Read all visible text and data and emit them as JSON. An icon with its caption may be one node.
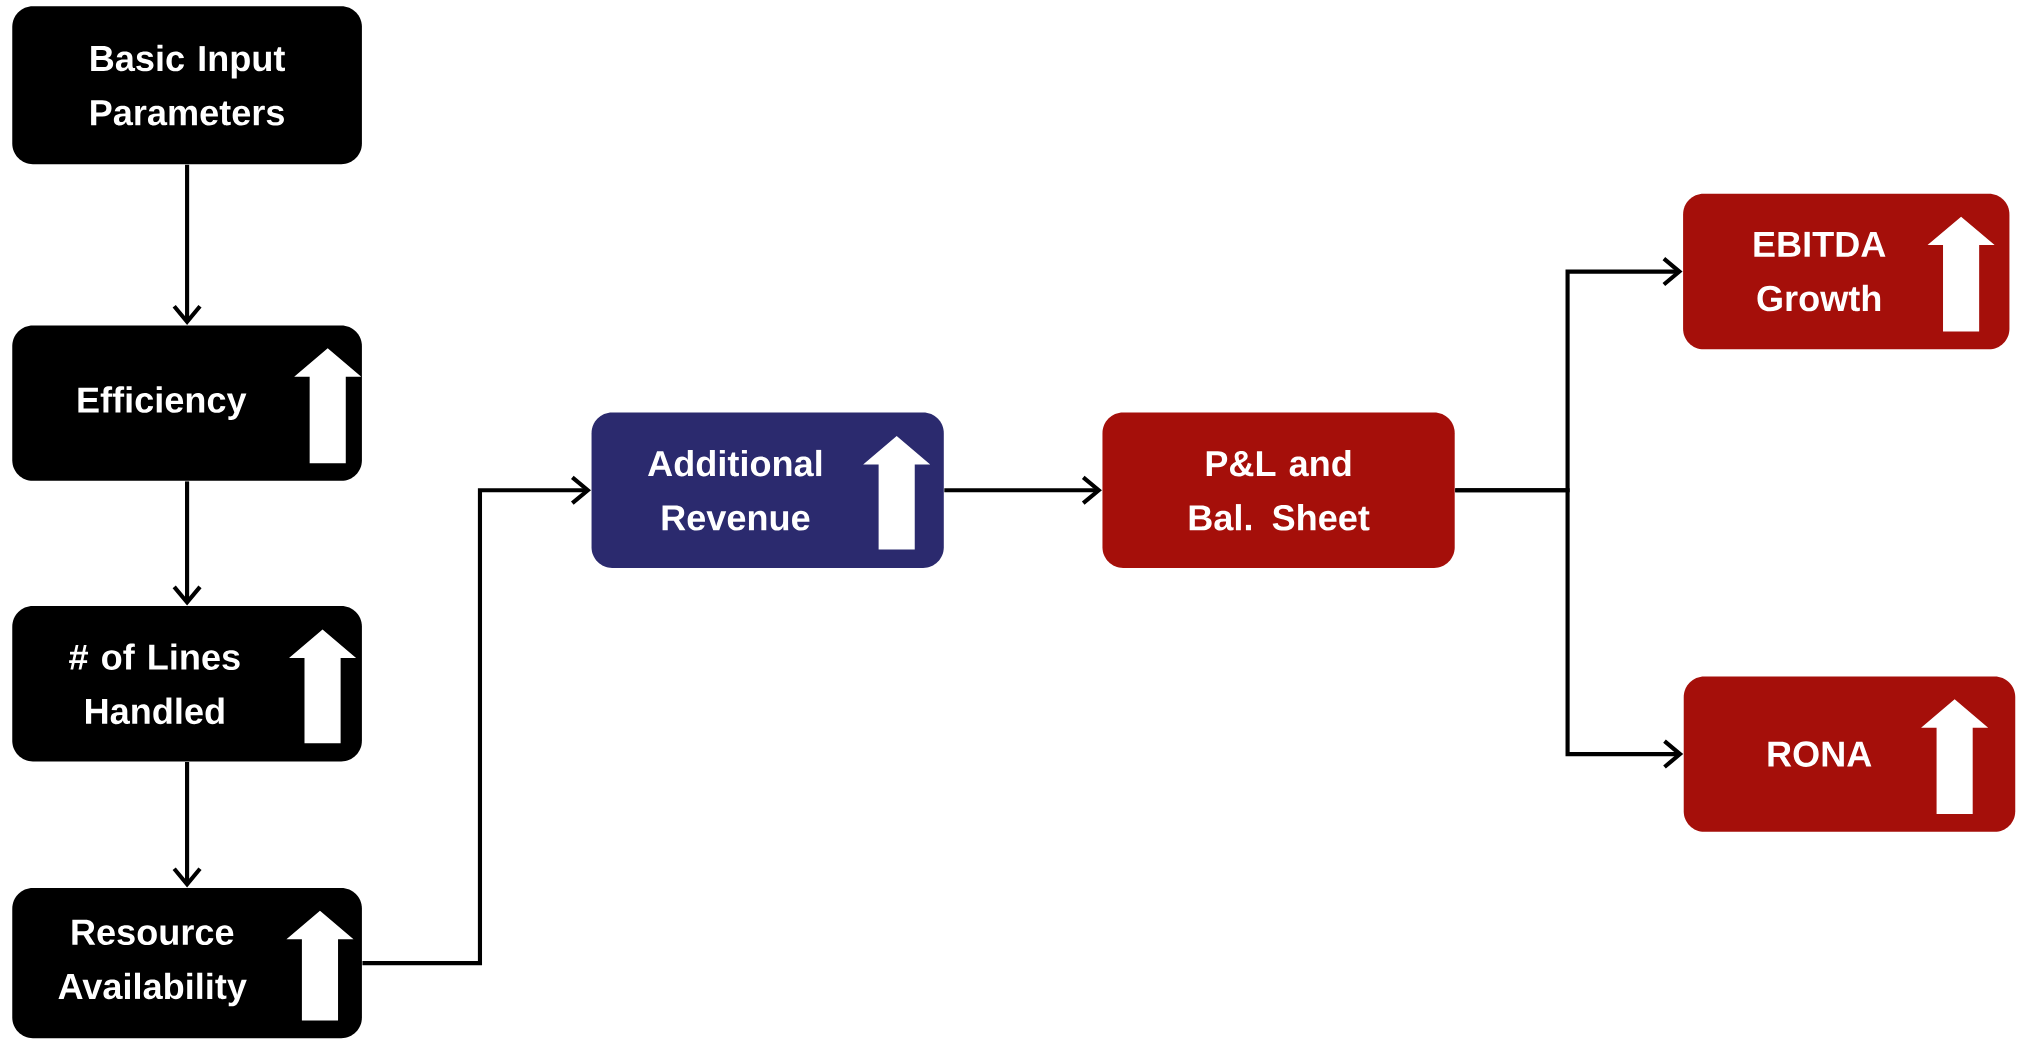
{
  "diagram": {
    "nodes": [
      {
        "text": [
          "Basic Input Parameters"
        ]
      },
      {
        "text": [
          "Efficiency"
        ]
      },
      {
        "text": [
          "# of Lines Handled"
        ]
      },
      {
        "text": [
          "Resource Availability"
        ]
      },
      {
        "text": [
          "Additional Revenue"
        ]
      },
      {
        "text": [
          "P&L and Bal. Sheet"
        ]
      },
      {
        "text": [
          "EBITDA Growth"
        ]
      },
      {
        "text": [
          "RONA"
        ]
      }
    ],
    "edges": [
      {
        "from": 0,
        "to": 1,
        "arrow": "to"
      },
      {
        "from": 1,
        "to": 2,
        "arrow": "to"
      },
      {
        "from": 2,
        "to": 3,
        "arrow": "to"
      },
      {
        "from": 3,
        "to": 4,
        "arrow": "to"
      },
      {
        "from": 4,
        "to": 5,
        "arrow": "to"
      },
      {
        "from": 5,
        "to": 6,
        "arrow": "to"
      },
      {
        "from": 5,
        "to": 7,
        "arrow": "to"
      }
    ]
  }
}
